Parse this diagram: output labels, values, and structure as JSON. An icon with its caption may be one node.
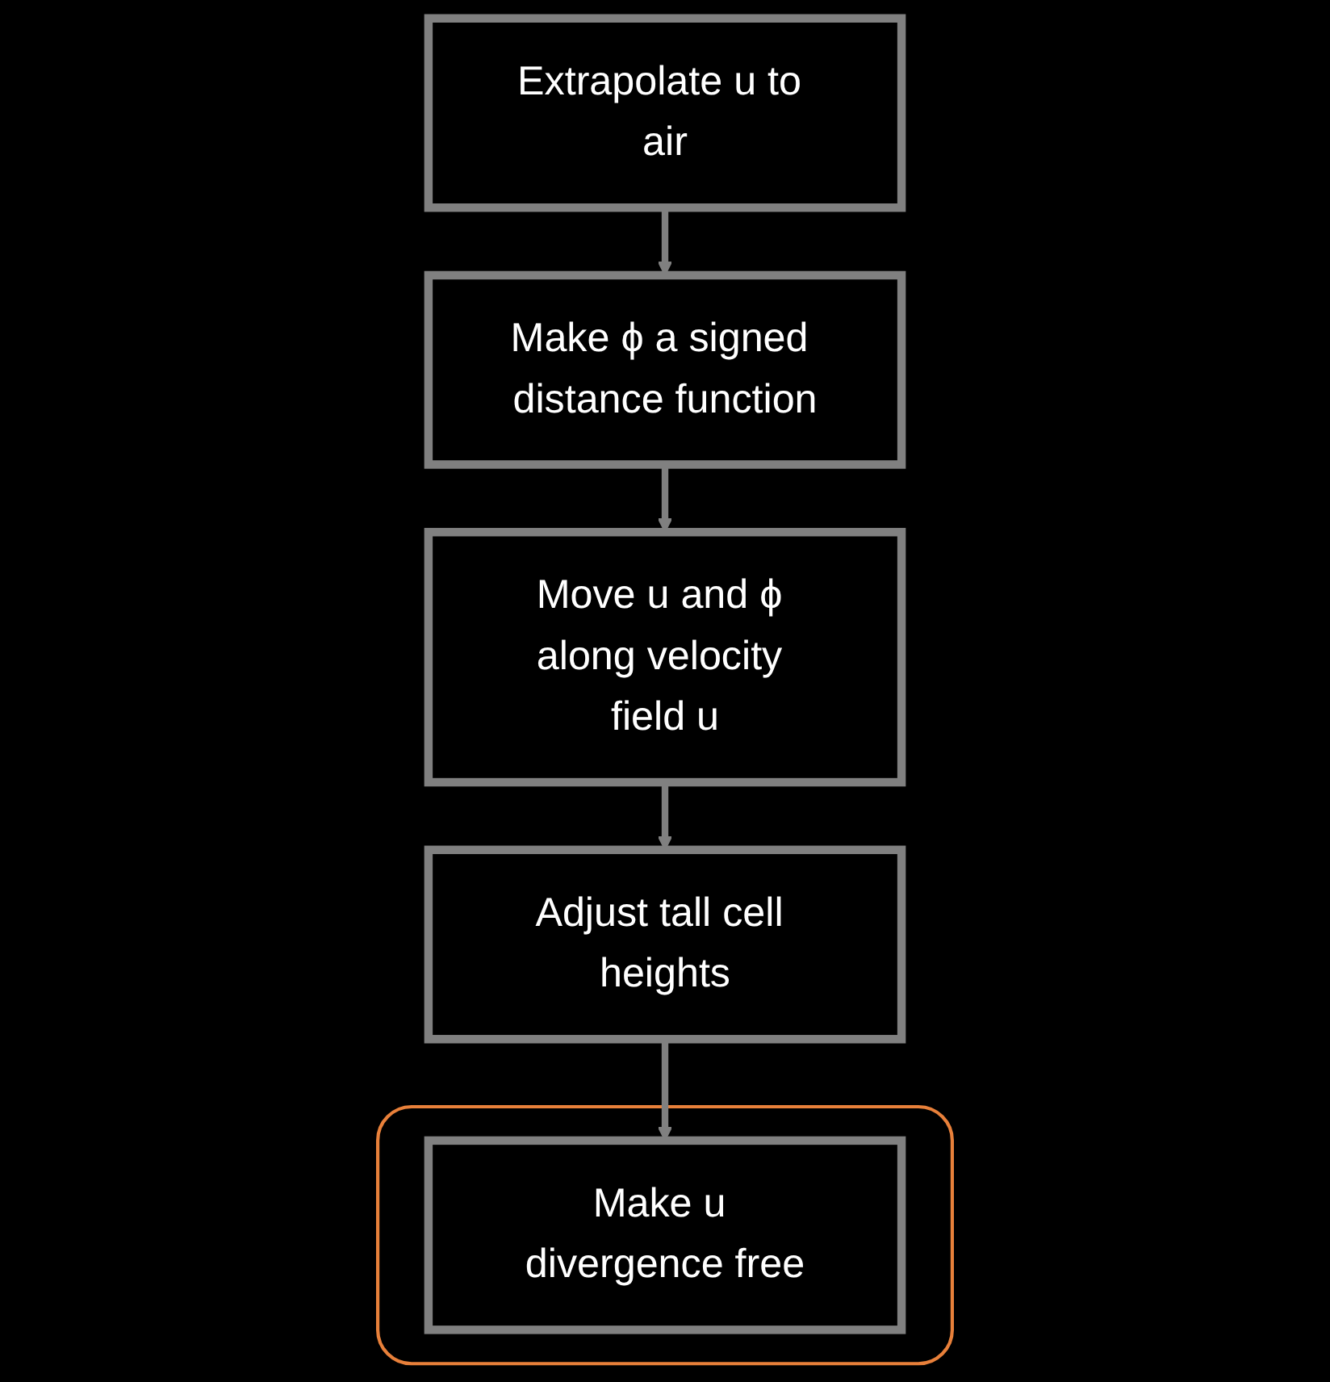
{
  "diagram": {
    "nodes": [
      {
        "text": [
          "Extrapolate u to air"
        ]
      },
      {
        "text": [
          "Make ϕ a signed distance function"
        ]
      },
      {
        "text": [
          "Move u and ϕ along velocity field u"
        ]
      },
      {
        "text": [
          "Adjust tall cell heights"
        ]
      },
      {
        "text": [],
        "shape": "callout"
      },
      {
        "text": [
          "Make u divergence free"
        ],
        "in": 4
      }
    ],
    "edges": [
      {
        "from": 0,
        "to": 1,
        "arrow": "to"
      },
      {
        "from": 1,
        "to": 2,
        "arrow": "to"
      },
      {
        "from": 2,
        "to": 3,
        "arrow": "to"
      },
      {
        "from": 3,
        "to": 5,
        "arrow": "to"
      }
    ]
  }
}
